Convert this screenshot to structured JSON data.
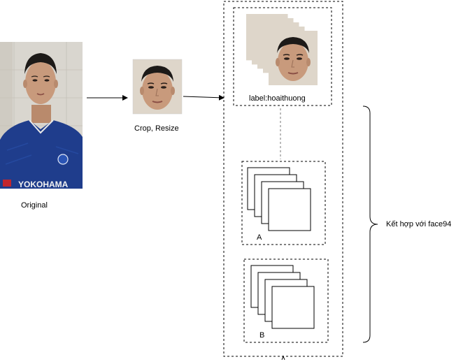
{
  "labels": {
    "original": "Original",
    "crop_resize": "Crop, Resize",
    "face_label": "label:hoaithuong",
    "group_a": "A",
    "group_b": "B",
    "combine": "Kết hợp với face94"
  },
  "colors": {
    "line": "#000000",
    "dashed_border": "#000000",
    "connector": "#777777",
    "wall": "#d9d6cf",
    "skin": "#c89a7c",
    "hair": "#1d1a18",
    "jersey": "#1f3d8c"
  },
  "images": {
    "original": "photo of a young man in a blue Chelsea football jersey",
    "cropped": "cropped face photo",
    "stack": "stack of five cropped face photos"
  }
}
